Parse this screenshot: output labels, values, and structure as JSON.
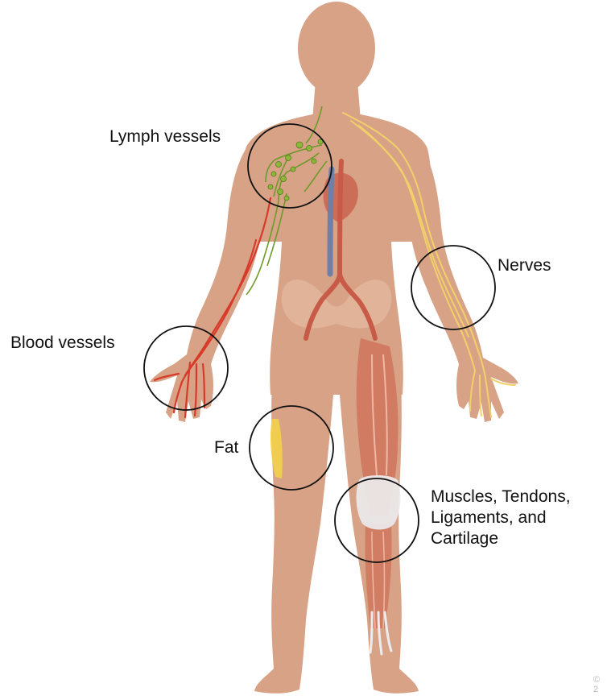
{
  "colors": {
    "skin": "#d7a286",
    "skin_shadow": "#c98f73",
    "torso_overlay": "#e3b49a",
    "lymph": "#6e9a2a",
    "blood_artery": "#d83a2a",
    "blood_vein": "#6f7fa8",
    "nerve": "#f1d06a",
    "fat": "#f3d24a",
    "muscle": "#cd6e55",
    "tendon": "#ececf0",
    "callout_circle": "#111111",
    "copyright": "#b8b8b8"
  },
  "labels": {
    "lymph_vessels": "Lymph vessels",
    "nerves": "Nerves",
    "blood_vessels": "Blood vessels",
    "fat": "Fat",
    "muscles_line1": "Muscles, Tendons,",
    "muscles_line2": "Ligaments, and",
    "muscles_line3": "Cartilage"
  },
  "copyright": "© 2"
}
